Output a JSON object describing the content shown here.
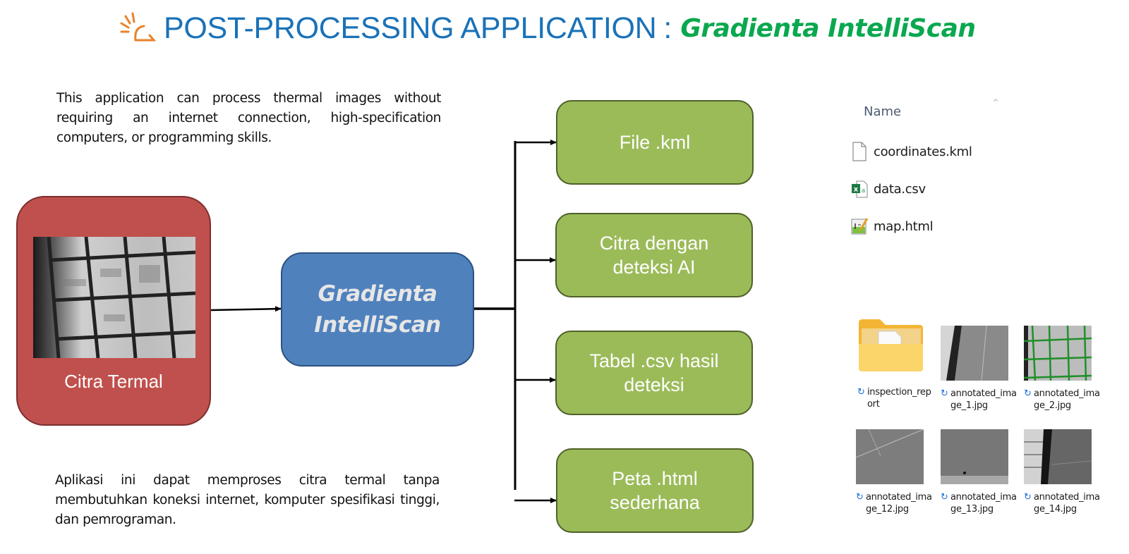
{
  "title": {
    "logo_icon": "sunrise-logo-icon",
    "main": "POST-PROCESSING APPLICATION",
    "separator": ":",
    "app_name": "Gradienta IntelliScan"
  },
  "description_en": "This application can process thermal images without requiring an internet connection, high-specification computers, or programming skills.",
  "description_id": "Aplikasi ini dapat memproses citra termal tanpa membutuhkan koneksi internet, komputer spesifikasi tinggi, dan pemrograman.",
  "diagram": {
    "input": {
      "label": "Citra Termal",
      "image": "thermal-solar-panel-image",
      "color": "#c0504d"
    },
    "processor": {
      "line1": "Gradienta",
      "line2": "IntelliScan",
      "color": "#4f81bd"
    },
    "outputs": [
      {
        "line1": "File .kml",
        "line2": ""
      },
      {
        "line1": "Citra dengan",
        "line2": "deteksi AI"
      },
      {
        "line1": "Tabel .csv hasil",
        "line2": "deteksi"
      },
      {
        "line1": "Peta .html",
        "line2": "sederhana"
      }
    ],
    "output_color": "#9bbb59"
  },
  "explorer_list": {
    "column_header": "Name",
    "sort_indicator": "^",
    "files": [
      {
        "name": "coordinates.kml",
        "icon": "generic-file-icon"
      },
      {
        "name": "data.csv",
        "icon": "excel-file-icon"
      },
      {
        "name": "map.html",
        "icon": "html-file-icon"
      }
    ]
  },
  "explorer_grid": {
    "items": [
      {
        "line1": "inspection_rep",
        "line2": "ort",
        "type": "folder"
      },
      {
        "line1": "annotated_ima",
        "line2": "ge_1.jpg",
        "type": "image"
      },
      {
        "line1": "annotated_ima",
        "line2": "ge_2.jpg",
        "type": "image-annotated"
      },
      {
        "line1": "annotated_ima",
        "line2": "ge_12.jpg",
        "type": "image"
      },
      {
        "line1": "annotated_ima",
        "line2": "ge_13.jpg",
        "type": "image"
      },
      {
        "line1": "annotated_ima",
        "line2": "ge_14.jpg",
        "type": "image"
      }
    ],
    "sync_icon": "sync-status-icon"
  }
}
